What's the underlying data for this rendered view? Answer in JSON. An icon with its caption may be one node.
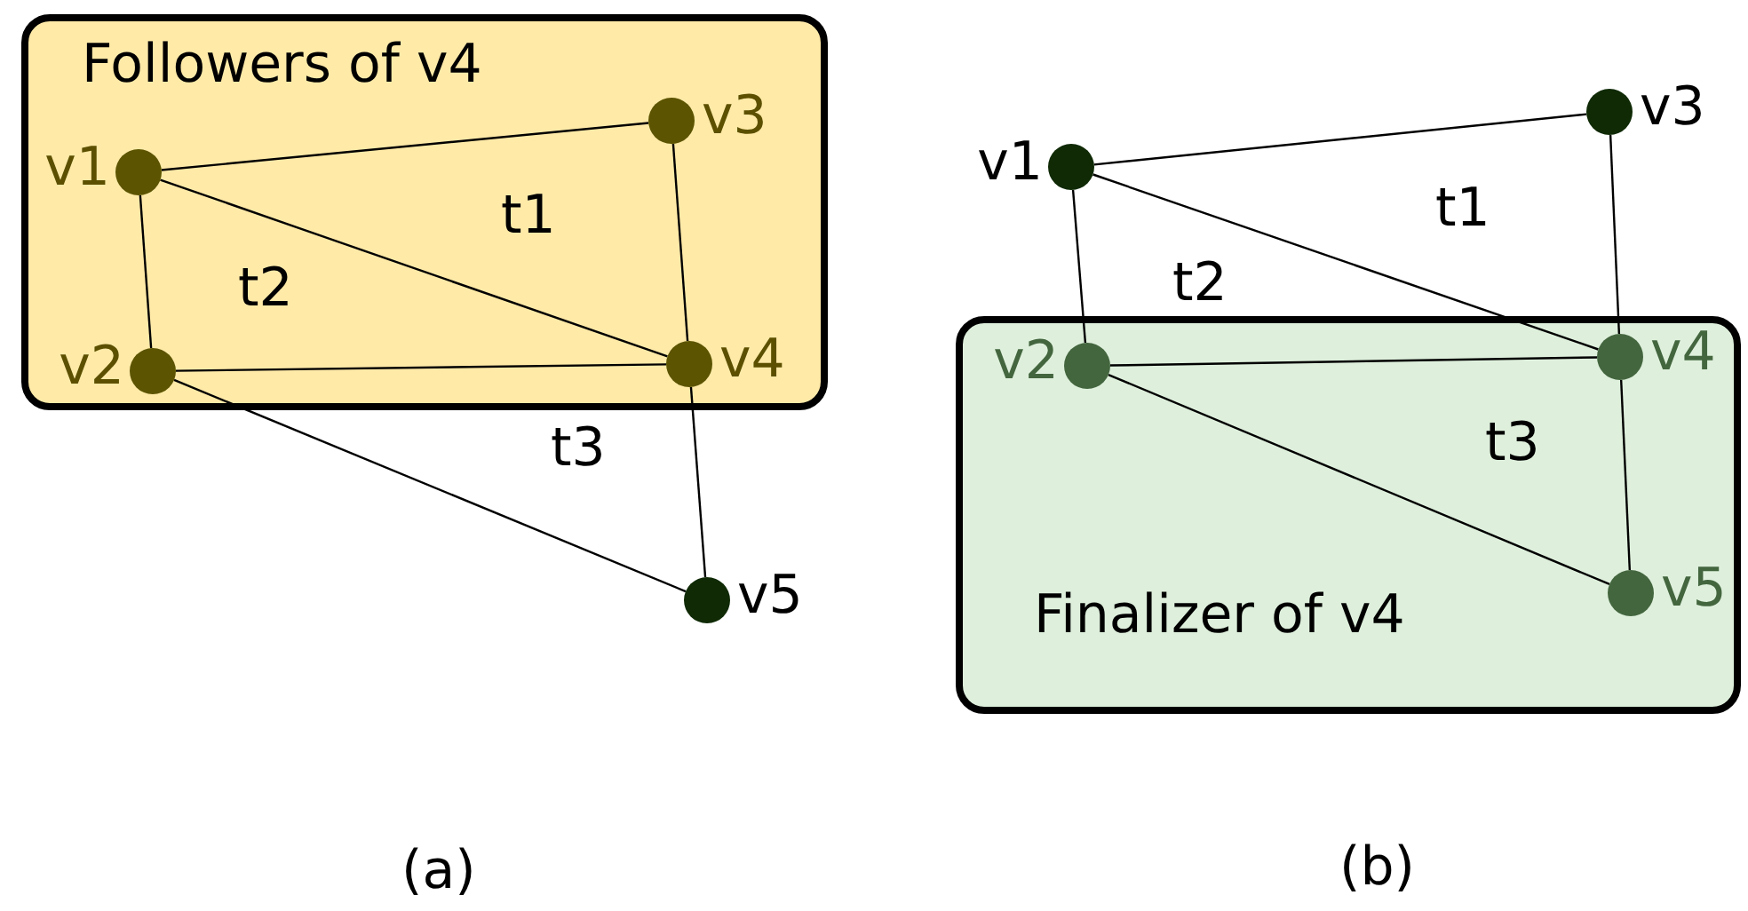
{
  "diagram": {
    "nodes": [
      {
        "text": [
          "Followers of v4"
        ]
      },
      {
        "text": [],
        "shape": "circle",
        "beside": [
          "v1"
        ],
        "in": 0
      },
      {
        "text": [],
        "shape": "circle",
        "beside": [
          "v3"
        ],
        "in": 0
      },
      {
        "text": [],
        "shape": "circle",
        "beside": [
          "v2"
        ],
        "in": 0
      },
      {
        "text": [],
        "shape": "circle",
        "beside": [
          "v4"
        ],
        "in": 0
      },
      {
        "text": [],
        "shape": "circle",
        "beside": [
          "v5"
        ]
      },
      {
        "text": [],
        "shape": "circle",
        "beside": [
          "v1"
        ]
      },
      {
        "text": [],
        "shape": "circle",
        "beside": [
          "v3"
        ]
      },
      {
        "text": [
          "Finalizer of v4"
        ]
      },
      {
        "text": [],
        "shape": "circle",
        "beside": [
          "v2"
        ],
        "in": 8
      },
      {
        "text": [],
        "shape": "circle",
        "beside": [
          "v4"
        ],
        "in": 8
      },
      {
        "text": [],
        "shape": "circle",
        "beside": [
          "v5"
        ],
        "in": 8
      }
    ],
    "edges": [
      {
        "from": 1,
        "to": 2,
        "arrow": "none"
      },
      {
        "from": 1,
        "to": 3,
        "arrow": "none"
      },
      {
        "from": 1,
        "to": 4,
        "arrow": "none"
      },
      {
        "from": 3,
        "to": 4,
        "arrow": "none"
      },
      {
        "from": 2,
        "to": 4,
        "arrow": "none"
      },
      {
        "from": 3,
        "to": 5,
        "arrow": "none"
      },
      {
        "from": 4,
        "to": 5,
        "arrow": "none"
      },
      {
        "from": 6,
        "to": 7,
        "arrow": "none"
      },
      {
        "from": 6,
        "to": 9,
        "arrow": "none"
      },
      {
        "from": 6,
        "to": 10,
        "arrow": "none"
      },
      {
        "from": 9,
        "to": 10,
        "arrow": "none"
      },
      {
        "from": 7,
        "to": 10,
        "arrow": "none"
      },
      {
        "from": 9,
        "to": 11,
        "arrow": "none"
      },
      {
        "from": 10,
        "to": 11,
        "arrow": "none"
      }
    ],
    "labels": [
      "t1",
      "t2",
      "t3",
      "t1",
      "t2",
      "t3",
      "(a)",
      "(b)"
    ]
  }
}
